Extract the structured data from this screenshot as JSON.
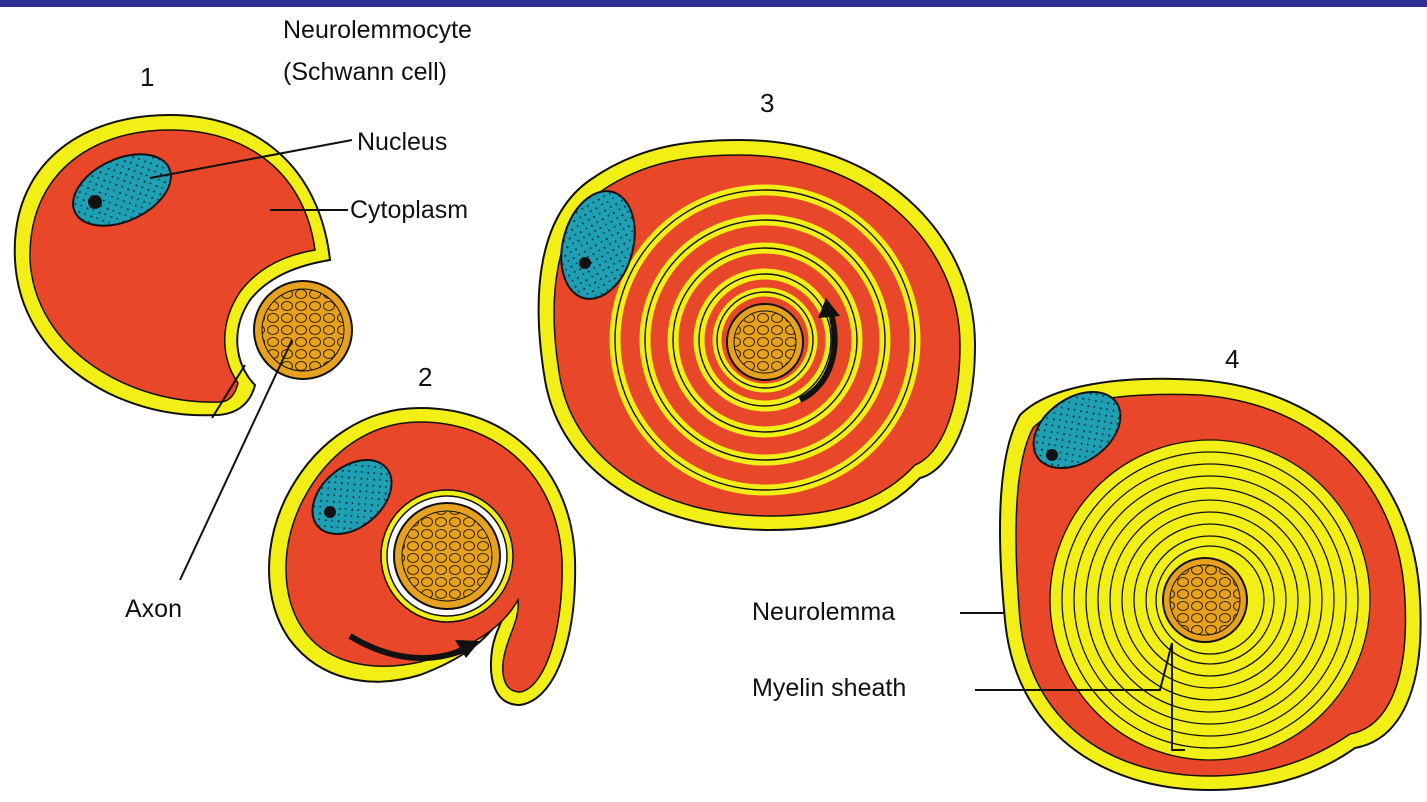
{
  "title": {
    "line1": "Neurolemmocyte",
    "line2": "(Schwann cell)"
  },
  "stages": [
    "1",
    "2",
    "3",
    "4"
  ],
  "labels": {
    "nucleus": "Nucleus",
    "cytoplasm": "Cytoplasm",
    "axon": "Axon",
    "neurolemma": "Neurolemma",
    "myelin_sheath": "Myelin sheath"
  },
  "colors": {
    "frame": "#2f2f9a",
    "cytoplasm": "#e8472a",
    "membrane": "#f2ef17",
    "nucleus": "#1f9fb3",
    "axon": "#e6a21f",
    "outline": "#111111"
  }
}
